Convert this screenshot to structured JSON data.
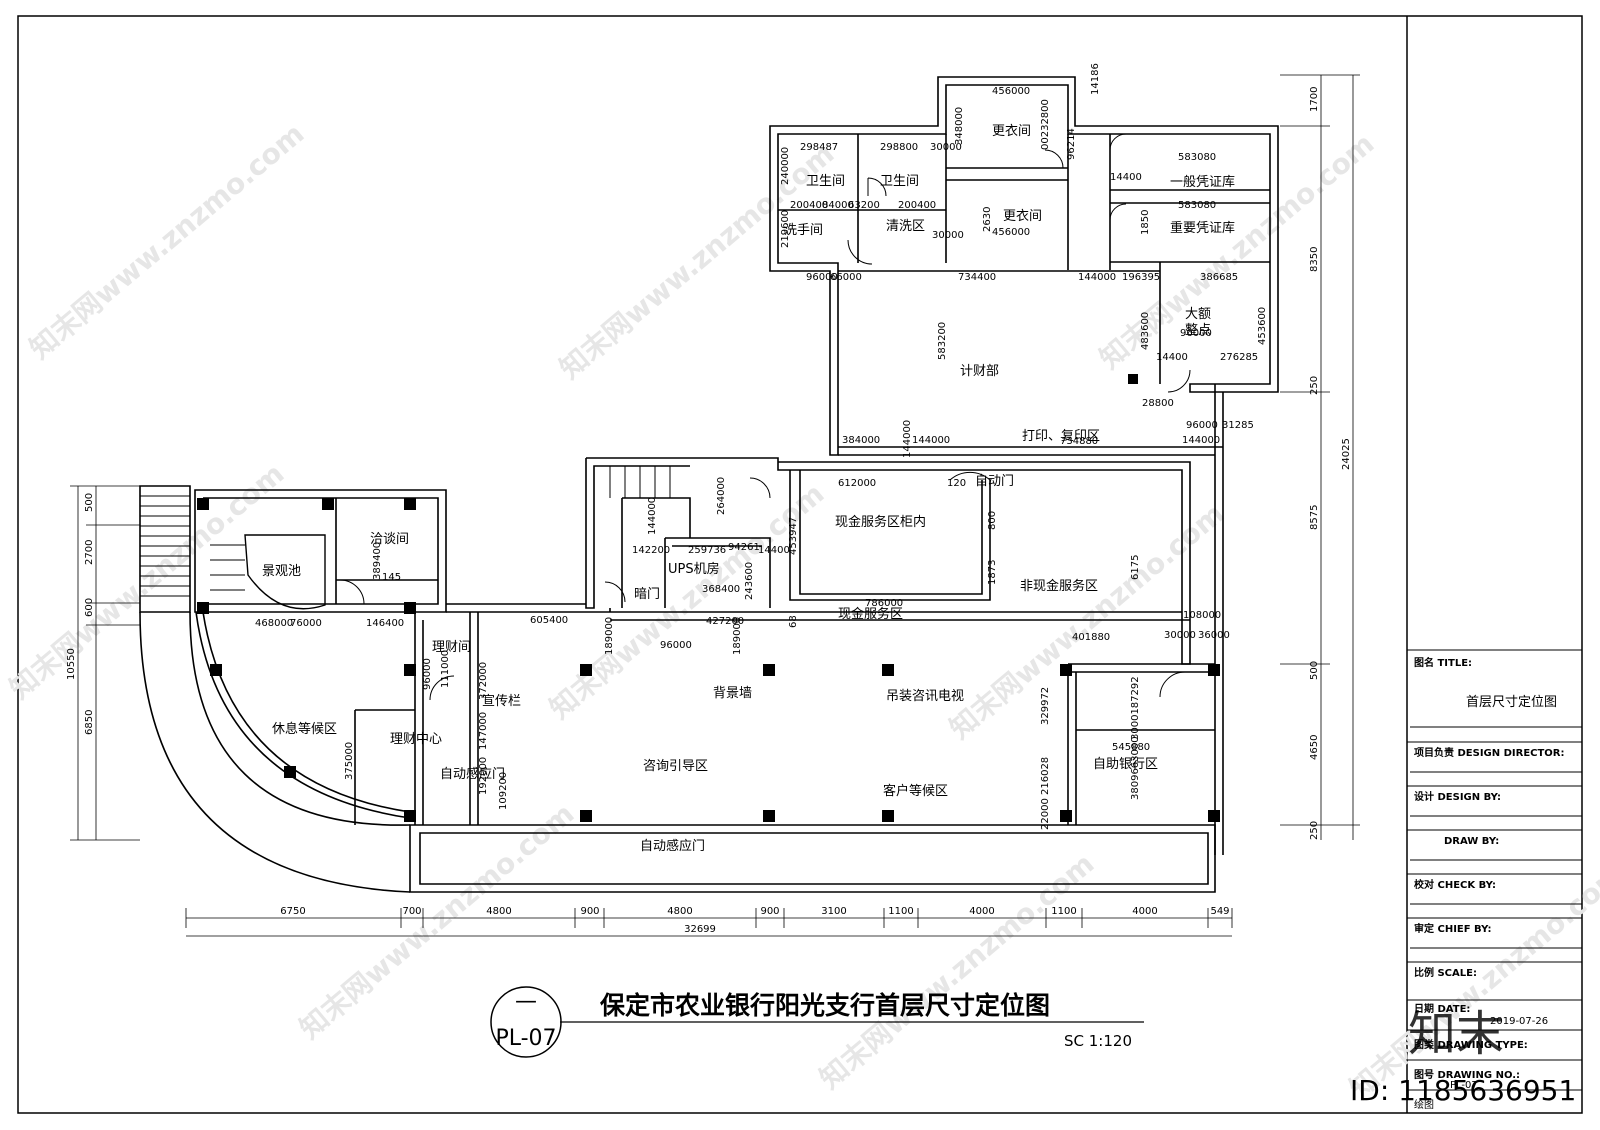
{
  "drawing": {
    "main_title": "保定市农业银行阳光支行首层尺寸定位图",
    "sheet_code": "PL-07",
    "scale_note": "SC 1:120",
    "dash": "—"
  },
  "rooms": {
    "changing1": "更衣间",
    "changing2": "更衣间",
    "toilet1": "卫生间",
    "toilet2": "卫生间",
    "washroom": "洗手间",
    "cleaning": "清洗区",
    "general_vault": "一般凭证库",
    "important_vault": "重要凭证库",
    "large_count_1": "大额",
    "large_count_2": "整点",
    "finance": "计财部",
    "print": "打印、复印区",
    "auto_door_small": "自动门",
    "cash_inside": "现金服务区柜内",
    "ups": "UPS机房",
    "dark_door": "暗门",
    "cash_area": "现金服务区",
    "noncash_area": "非现金服务区",
    "landscape": "景观池",
    "negotiation": "洽谈间",
    "finance_room": "理财间",
    "promo": "宣传栏",
    "rest_area": "休息等候区",
    "finance_center": "理财中心",
    "auto_door1": "自动感应门",
    "consult": "咨询引导区",
    "bg_wall": "背景墙",
    "tv": "吊装咨讯电视",
    "waiting": "客户等候区",
    "self_bank": "自助银行区",
    "auto_door2": "自动感应门"
  },
  "dims": {
    "d456a": "456000",
    "d14186": "14186",
    "d298487": "298487",
    "d298800": "298800",
    "d30000a": "30000",
    "d348000": "348000",
    "d232800": "00232800",
    "d96214": "96214",
    "d583080a": "583080",
    "d583080b": "583080",
    "d1700": "1700",
    "d200400": "200400",
    "d84000": "84000",
    "d63200": "63200",
    "d200400b": "200400",
    "d456b": "456000",
    "d2630": "2630",
    "d30000b": "30000",
    "d219600": "219600",
    "d240000": "240000",
    "d1850": "1850",
    "d14400a": "14400",
    "d96000a": "96000",
    "d66000": "66000",
    "d734400": "734400",
    "d144000a": "144000",
    "d196395": "196395",
    "d386685": "386685",
    "d8350": "8350",
    "d583200": "583200",
    "d483600": "483600",
    "d453600": "453600",
    "d96000b": "96000",
    "d14400b": "14400",
    "d276285": "276285",
    "d28800": "28800",
    "d96000c": "96000",
    "d31285": "31285",
    "d384000": "384000",
    "d144000b": "144000",
    "d144000c": "144000",
    "d144000d": "144000",
    "d734880": "734880",
    "d612000": "612000",
    "d120": "120",
    "d24025": "24025",
    "d264000": "264000",
    "d144000e": "144000",
    "d453947": "453947",
    "d800": "800",
    "d142200": "142200",
    "d259736": "259736",
    "d94261": "94261",
    "d14400c": "14400",
    "d389400": "389400",
    "d145": "145",
    "d243600": "243600",
    "d368400": "368400",
    "d1873": "1873",
    "d6175": "6175",
    "d8575": "8575",
    "d786000": "786000",
    "d468000": "468000",
    "d76000": "76000",
    "d146400": "146400",
    "d605400": "605400",
    "d427200": "427200",
    "d68": "68",
    "d108000": "108000",
    "d189000a": "189000",
    "d189000b": "189000",
    "d96000d": "96000",
    "d401880": "401880",
    "d30000c": "30000",
    "d36000": "36000",
    "d111000": "111000",
    "d372000": "372000",
    "d96000e": "96000",
    "d329972": "329972",
    "d300018": "3000187292",
    "d147000": "147000",
    "d545880": "545880",
    "d375000": "375000",
    "d192000": "192000",
    "d109200": "109200",
    "d216028": "216028",
    "d380966": "3809663000",
    "d22000": "22000",
    "d4650": "4650",
    "d10550": "10550",
    "d6850": "6850",
    "d500a": "500",
    "d2700": "2700",
    "d600": "600",
    "d500b": "500",
    "d250a": "250",
    "d250b": "250"
  },
  "bottom_dims": {
    "seg": [
      "6750",
      "700",
      "4800",
      "900",
      "4800",
      "900",
      "3100",
      "1100",
      "4000",
      "1100",
      "4000",
      "549"
    ],
    "total": "32699"
  },
  "title_block": {
    "title_label": "图名 TITLE:",
    "title_value": "首层尺寸定位图",
    "director_label": "项目负责 DESIGN DIRECTOR:",
    "design_label": "设计 DESIGN BY:",
    "draw_label": "DRAW BY:",
    "check_label": "校对 CHECK BY:",
    "chief_label": "审定 CHIEF BY:",
    "scale_label": "比例 SCALE:",
    "date_label": "日期 DATE:",
    "date_value": "2019-07-26",
    "drawing_type_label": "图类 DRAWING TYPE:",
    "drawing_no_label": "图号 DRAWING NO.:",
    "drawing_no_value": "PL-07",
    "drawn_label": "绘图"
  },
  "watermark": {
    "text": "知末网www.znzmo.com",
    "brand": "知末",
    "id_text": "ID: 1185636951"
  }
}
